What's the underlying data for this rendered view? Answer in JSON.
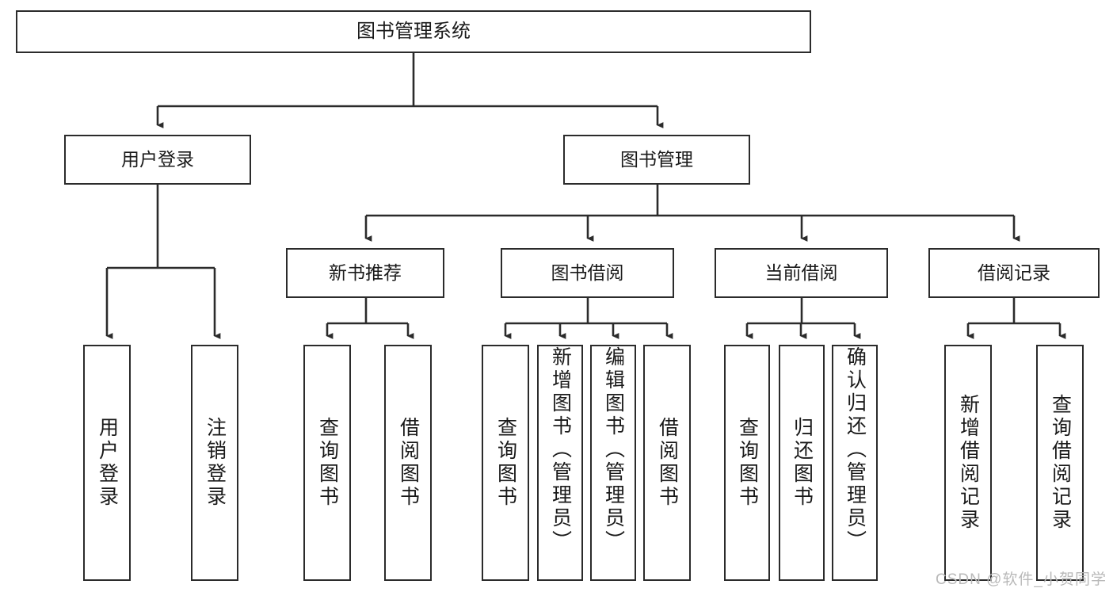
{
  "diagram": {
    "type": "tree-hierarchy-chart",
    "title": "图书管理系统",
    "stroke_color": "#2b2b2b",
    "background_color": "#ffffff",
    "root": {
      "id": "root",
      "label": "图书管理系统"
    },
    "level2": [
      {
        "id": "user-login",
        "label": "用户登录"
      },
      {
        "id": "book-management",
        "label": "图书管理"
      }
    ],
    "level3": [
      {
        "id": "new-book-recommend",
        "label": "新书推荐"
      },
      {
        "id": "book-borrow",
        "label": "图书借阅"
      },
      {
        "id": "current-borrow",
        "label": "当前借阅"
      },
      {
        "id": "borrow-record",
        "label": "借阅记录"
      }
    ],
    "leaves": {
      "user_login": [
        {
          "id": "leaf-user-login",
          "label": "用户登录"
        },
        {
          "id": "leaf-logout-login",
          "label": "注销登录"
        }
      ],
      "new_book_recommend": [
        {
          "id": "leaf-query-book-1",
          "label": "查询图书"
        },
        {
          "id": "leaf-borrow-book-1",
          "label": "借阅图书"
        }
      ],
      "book_borrow": [
        {
          "id": "leaf-query-book-2",
          "label": "查询图书"
        },
        {
          "id": "leaf-add-book",
          "label": "新增图书（管理员）"
        },
        {
          "id": "leaf-edit-book",
          "label": "编辑图书（管理员）"
        },
        {
          "id": "leaf-borrow-book-2",
          "label": "借阅图书"
        }
      ],
      "current_borrow": [
        {
          "id": "leaf-query-book-3",
          "label": "查询图书"
        },
        {
          "id": "leaf-return-book",
          "label": "归还图书"
        },
        {
          "id": "leaf-confirm-return",
          "label": "确认归还（管理员）"
        }
      ],
      "borrow_record": [
        {
          "id": "leaf-add-record",
          "label": "新增借阅记录"
        },
        {
          "id": "leaf-query-record",
          "label": "查询借阅记录"
        }
      ]
    }
  },
  "watermark": {
    "text": "CSDN @软件_小贺同学"
  }
}
